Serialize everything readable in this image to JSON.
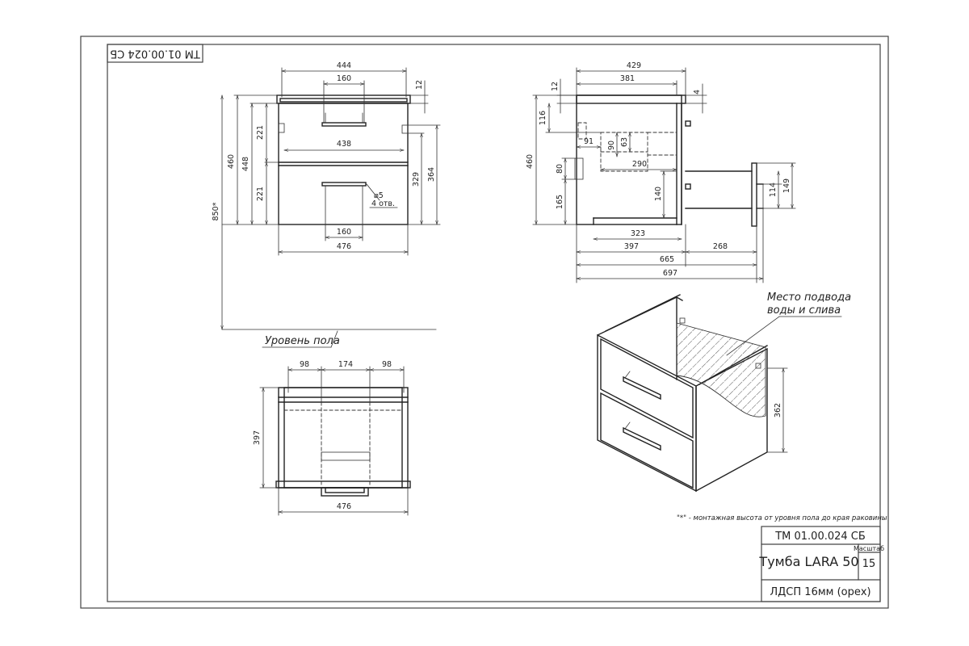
{
  "title_block": {
    "code": "ТМ 01.00.024 СБ",
    "code_mirrored": "ТМ 01.00.024 СБ",
    "name": "Тумба LARA 50",
    "scale_label": "Масштаб",
    "scale_value": "15",
    "material": "ЛДСП 16мм (орех)"
  },
  "labels": {
    "floor_level": "Уровень пола",
    "water_connection_line1": "Место подвода",
    "water_connection_line2": "воды и слива",
    "footnote": "\"*\" - монтажная высота от уровня пола до края раковины",
    "holes_count": "4 отв.",
    "hole_diameter": "⌀5"
  },
  "front_view": {
    "dims": {
      "top_width": "444",
      "handle_top": "160",
      "top_gap": "12",
      "inner_width": "438",
      "handle_bottom": "160",
      "overall_width": "476",
      "drawer_upper": "221",
      "drawer_lower": "221",
      "body_448": "448",
      "body_460": "460",
      "install_height": "850*",
      "side_329": "329",
      "side_364": "364"
    }
  },
  "side_view": {
    "dims": {
      "top_429": "429",
      "top_381": "381",
      "gap_12": "12",
      "gap_4": "4",
      "h_116": "116",
      "w_91": "91",
      "h_90": "90",
      "h_63": "63",
      "w_290": "290",
      "h_80": "80",
      "h_460": "460",
      "h_165": "165",
      "h_140": "140",
      "w_323": "323",
      "w_397": "397",
      "w_268": "268",
      "w_665": "665",
      "w_697": "697",
      "h_114": "114",
      "h_149": "149"
    }
  },
  "top_view": {
    "dims": {
      "left_98": "98",
      "mid_174": "174",
      "right_98": "98",
      "depth_397": "397",
      "width_476": "476"
    }
  },
  "iso_view": {
    "dims": {
      "h_362": "362"
    }
  }
}
